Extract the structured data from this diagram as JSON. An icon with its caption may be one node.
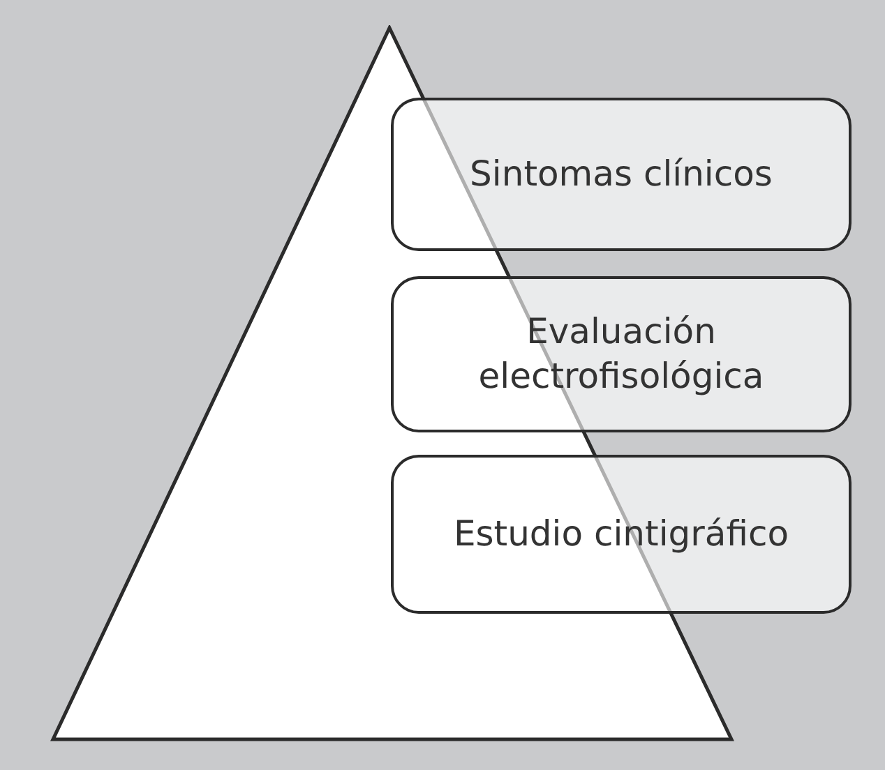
{
  "diagram": {
    "nodes": [
      {
        "text": [],
        "shape": "triangle"
      },
      {
        "text": [
          "Sintomas clínicos"
        ]
      },
      {
        "text": [
          "Evaluación electrofisológica"
        ]
      },
      {
        "text": [
          "Estudio cintigráfico"
        ]
      }
    ],
    "edges": []
  }
}
